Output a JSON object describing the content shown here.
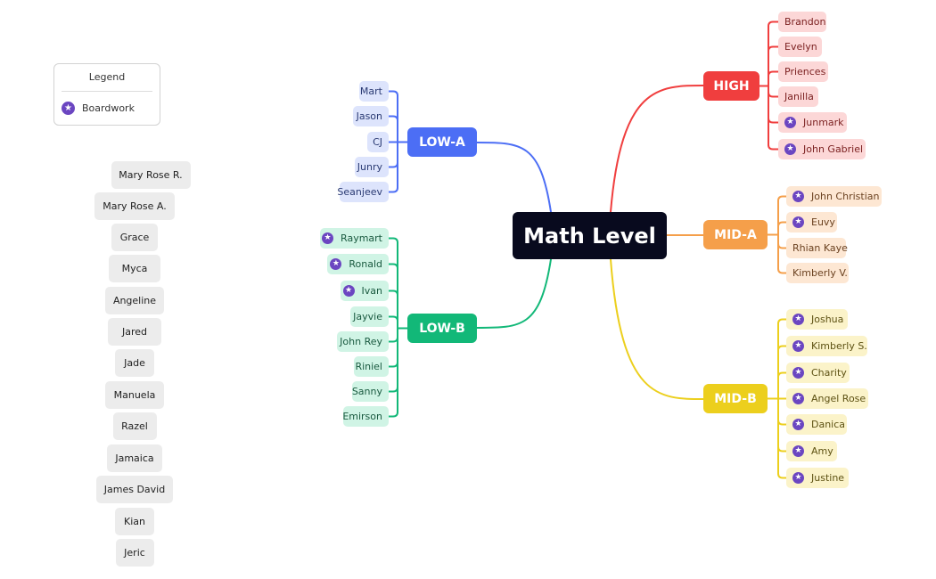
{
  "root": {
    "label": "Math Level"
  },
  "legend": {
    "title": "Legend",
    "items": [
      {
        "icon": "star-badge-icon",
        "label": "Boardwork",
        "color": "#6b46c1"
      }
    ]
  },
  "branches": [
    {
      "key": "high",
      "label": "HIGH",
      "color": "#f03e3e",
      "leaf_bg": "#fcd7d7",
      "leaf_text": "#7a1f1f",
      "leaves": [
        {
          "label": "Brandon",
          "boardwork": false
        },
        {
          "label": "Evelyn",
          "boardwork": false
        },
        {
          "label": "Priences",
          "boardwork": false
        },
        {
          "label": "Janilla",
          "boardwork": false
        },
        {
          "label": "Junmark",
          "boardwork": true
        },
        {
          "label": "John Gabriel",
          "boardwork": true
        }
      ]
    },
    {
      "key": "mid_a",
      "label": "MID-A",
      "color": "#f59f4a",
      "leaf_bg": "#fde7d3",
      "leaf_text": "#6b4221",
      "leaves": [
        {
          "label": "John Christian",
          "boardwork": true
        },
        {
          "label": "Euvy",
          "boardwork": true
        },
        {
          "label": "Rhian Kaye",
          "boardwork": false
        },
        {
          "label": "Kimberly V.",
          "boardwork": false
        }
      ]
    },
    {
      "key": "mid_b",
      "label": "MID-B",
      "color": "#eccf1d",
      "leaf_bg": "#fbf3c9",
      "leaf_text": "#5e5214",
      "leaves": [
        {
          "label": "Joshua",
          "boardwork": true
        },
        {
          "label": "Kimberly S.",
          "boardwork": true
        },
        {
          "label": "Charity",
          "boardwork": true
        },
        {
          "label": "Angel Rose",
          "boardwork": true
        },
        {
          "label": "Danica",
          "boardwork": true
        },
        {
          "label": "Amy",
          "boardwork": true
        },
        {
          "label": "Justine",
          "boardwork": true
        }
      ]
    },
    {
      "key": "low_a",
      "label": "LOW-A",
      "color": "#4c6ef5",
      "leaf_bg": "#dde4fc",
      "leaf_text": "#2a3a73",
      "leaves": [
        {
          "label": "Mart",
          "boardwork": false
        },
        {
          "label": "Jason",
          "boardwork": false
        },
        {
          "label": "CJ",
          "boardwork": false
        },
        {
          "label": "Junry",
          "boardwork": false
        },
        {
          "label": "Seanjeev",
          "boardwork": false
        }
      ]
    },
    {
      "key": "low_b",
      "label": "LOW-B",
      "color": "#12b878",
      "leaf_bg": "#d0f4e5",
      "leaf_text": "#1a5a40",
      "leaves": [
        {
          "label": "Raymart",
          "boardwork": true
        },
        {
          "label": "Ronald",
          "boardwork": true
        },
        {
          "label": "Ivan",
          "boardwork": true
        },
        {
          "label": "Jayvie",
          "boardwork": false
        },
        {
          "label": "John Rey",
          "boardwork": false
        },
        {
          "label": "Riniel",
          "boardwork": false
        },
        {
          "label": "Sanny",
          "boardwork": false
        },
        {
          "label": "Emirson",
          "boardwork": false
        }
      ]
    }
  ],
  "unassigned": [
    "Mary Rose R.",
    "Mary Rose A.",
    "Grace",
    "Myca",
    "Angeline",
    "Jared",
    "Jade",
    "Manuela",
    "Razel",
    "Jamaica",
    "James David",
    "Kian",
    "Jeric"
  ]
}
